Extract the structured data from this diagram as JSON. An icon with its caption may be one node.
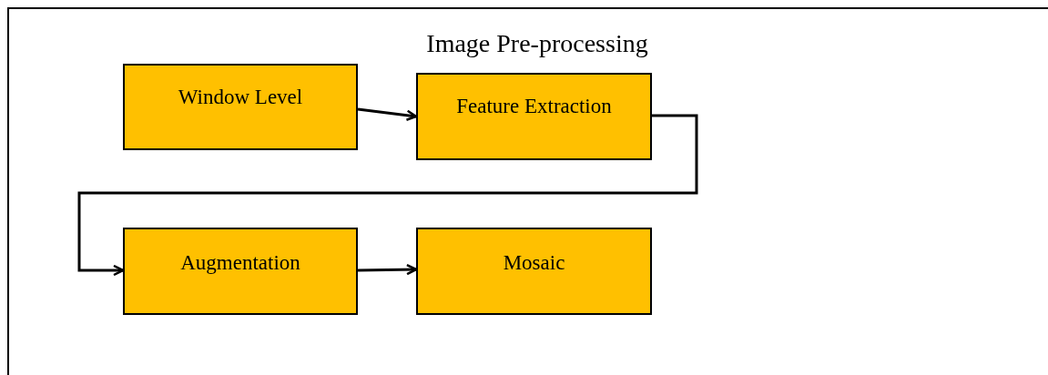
{
  "diagram": {
    "nodes": [
      {
        "text": [
          "Image Pre-processing"
        ]
      },
      {
        "text": [
          "Window Level"
        ],
        "in": 0
      },
      {
        "text": [
          "Feature Extraction"
        ],
        "in": 0
      },
      {
        "text": [
          "Augmentation"
        ],
        "in": 0
      },
      {
        "text": [
          "Mosaic"
        ],
        "in": 0
      }
    ],
    "edges": [
      {
        "from": 1,
        "to": 2,
        "arrow": "to"
      },
      {
        "from": 2,
        "to": 3,
        "arrow": "to"
      },
      {
        "from": 3,
        "to": 4,
        "arrow": "to"
      }
    ]
  }
}
